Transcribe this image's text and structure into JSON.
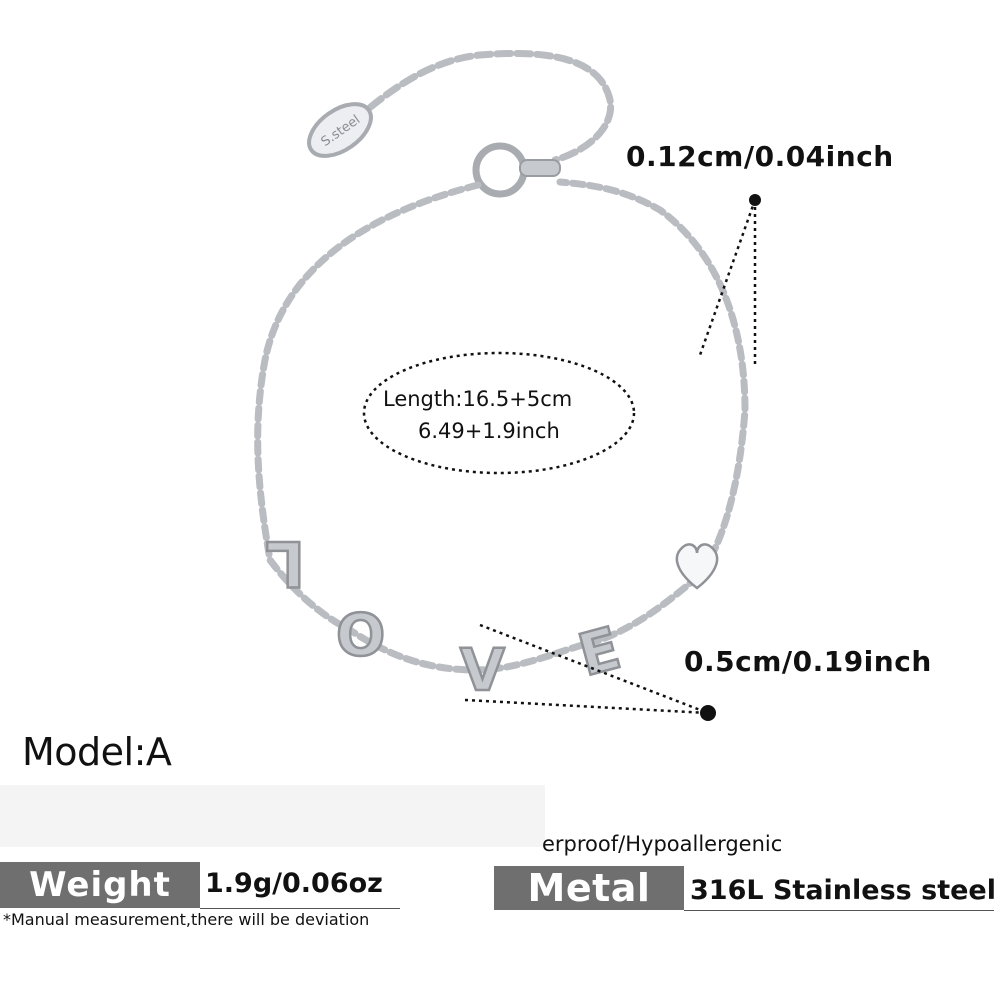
{
  "colors": {
    "label_box": "#6f6f6f",
    "metal": "#b9bcc1",
    "text": "#111111"
  },
  "icons": [
    "bracelet-image",
    "dotted-ellipse",
    "dimension-dot"
  ],
  "measurements": {
    "thickness": "0.12cm/0.04inch",
    "charm_size": "0.5cm/0.19inch",
    "length_cm": "Length:16.5+5cm",
    "length_inch": "6.49+1.9inch"
  },
  "product": {
    "model": "Model:A",
    "weight_label": "Weight",
    "weight_value": "1.9g/0.06oz",
    "metal_label": "Metal",
    "metal_value": "316L Stainless steel",
    "features": "erproof/Hypoallergenic",
    "tag_text": "S.steel",
    "charm_letters": [
      "L",
      "O",
      "V",
      "E"
    ]
  },
  "note": "*Manual measurement,there will be deviation"
}
